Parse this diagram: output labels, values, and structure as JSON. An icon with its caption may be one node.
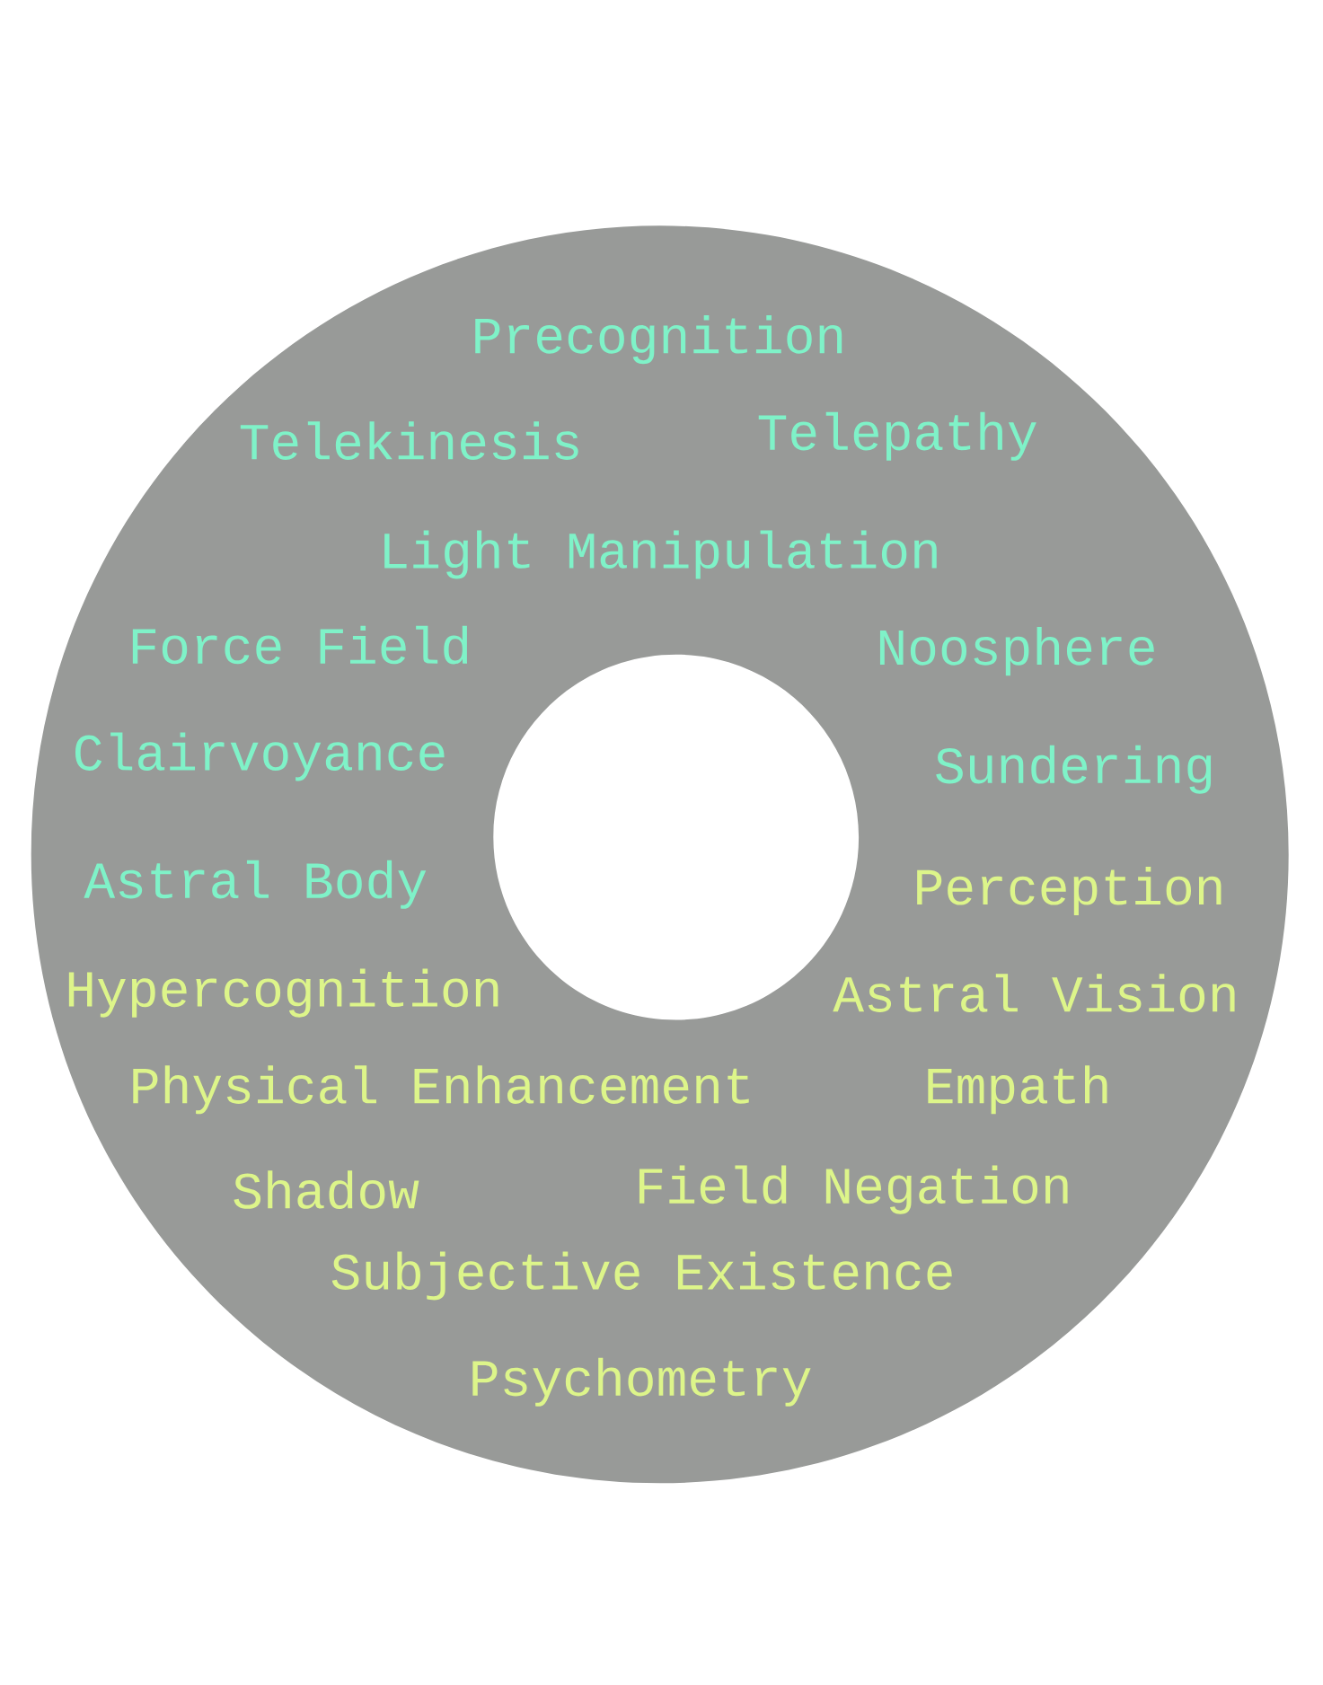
{
  "diagram": {
    "labels": [
      "Precognition",
      "Telekinesis",
      "Telepathy",
      "Light Manipulation",
      "Force Field",
      "Noosphere",
      "Clairvoyance",
      "Sundering",
      "Astral Body",
      "Perception",
      "Hypercognition",
      "Astral Vision",
      "Physical Enhancement",
      "Empath",
      "Shadow",
      "Field Negation",
      "Subjective Existence",
      "Psychometry"
    ]
  }
}
